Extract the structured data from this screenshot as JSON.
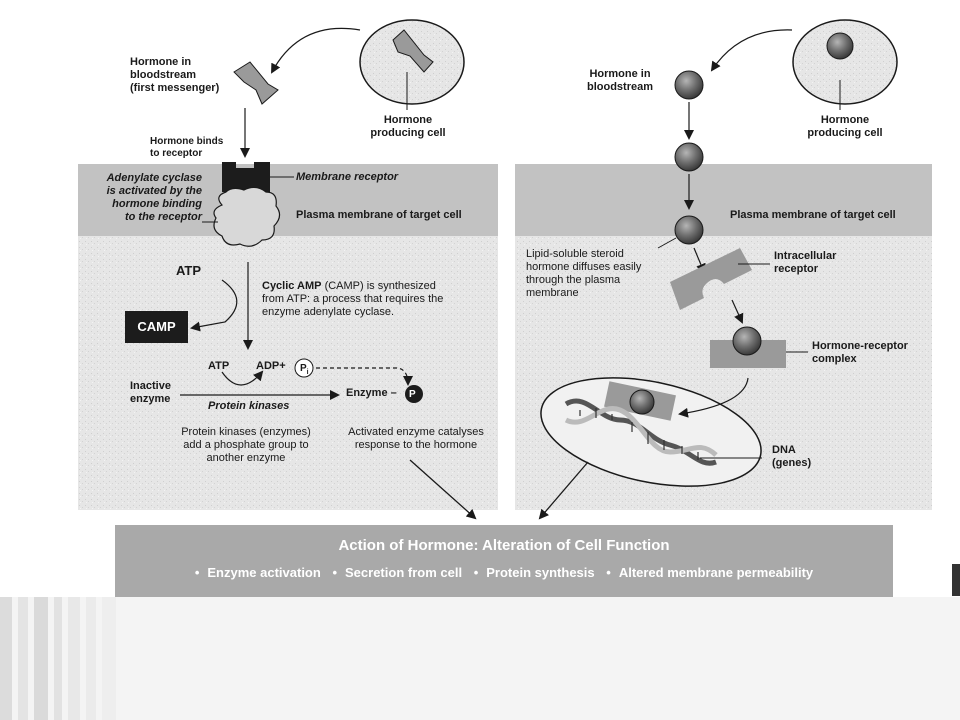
{
  "left_panel": {
    "hormone_bloodstream": "Hormone in\nbloodstream\n(first messenger)",
    "hormone_producing_cell": "Hormone\nproducing cell",
    "hormone_binds": "Hormone binds\nto receptor",
    "adenylate_cyclase": "Adenylate cyclase\nis activated by the\nhormone binding\nto the receptor",
    "membrane_receptor": "Membrane receptor",
    "plasma_membrane": "Plasma membrane of target cell",
    "atp": "ATP",
    "camp_box": "CAMP",
    "cyclic_amp_bold": "Cyclic AMP",
    "cyclic_amp_text": " (CAMP) is synthesized\nfrom ATP: a process that requires the\nenzyme adenylate cyclase.",
    "atp2": "ATP",
    "adp": "ADP+",
    "pi": "P",
    "pi_sub": "i",
    "inactive_enzyme": "Inactive\nenzyme",
    "protein_kinases": "Protein kinases",
    "enzyme_p": "Enzyme –",
    "p_symbol": "P",
    "protein_kinases_desc": "Protein kinases (enzymes)\nadd a phosphate group to\nanother enzyme",
    "activated_enzyme": "Activated enzyme catalyses\nresponse to the hormone"
  },
  "right_panel": {
    "hormone_bloodstream": "Hormone in\nbloodstream",
    "hormone_producing_cell": "Hormone\nproducing cell",
    "plasma_membrane": "Plasma membrane of target cell",
    "lipid_soluble": "Lipid-soluble steroid\nhormone diffuses easily\nthrough the plasma\nmembrane",
    "intracellular_receptor": "Intracellular\nreceptor",
    "hormone_receptor_complex": "Hormone-receptor\ncomplex",
    "dna": "DNA\n(genes)"
  },
  "action": {
    "title": "Action of Hormone: Alteration of Cell Function",
    "items": [
      "Enzyme activation",
      "Secretion from cell",
      "Protein synthesis",
      "Altered membrane permeability"
    ]
  },
  "colors": {
    "membrane_band": "#c2c2c2",
    "cell_bg": "#e6e6e6",
    "action_box": "#a9a9a9",
    "dark": "#1c1c1c"
  }
}
